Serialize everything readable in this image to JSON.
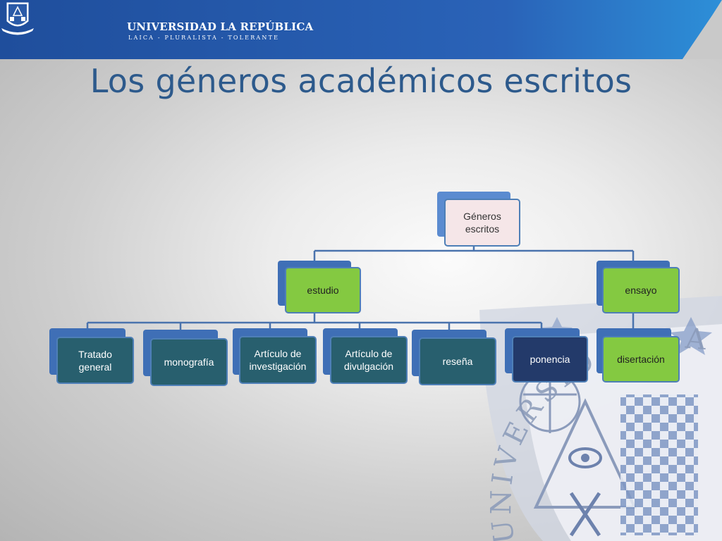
{
  "header": {
    "university_name": "UNIVERSIDAD LA REPÚBLICA",
    "motto": "LAICA - PLURALISTA - TOLERANTE",
    "band_color": "#2e5fb0"
  },
  "slide": {
    "title": "Los géneros académicos escritos"
  },
  "watermark": {
    "arc_text": "UNIVERSIDAD LA REPÚBLICA"
  },
  "diagram": {
    "root": {
      "label": "Géneros escritos"
    },
    "branches": [
      {
        "label": "estudio",
        "children": [
          "Tratado general",
          "monografía",
          "Artículo de investigación",
          "Artículo de divulgación",
          "reseña",
          "ponencia"
        ]
      },
      {
        "label": "ensayo",
        "children": [
          "disertación"
        ]
      }
    ]
  }
}
